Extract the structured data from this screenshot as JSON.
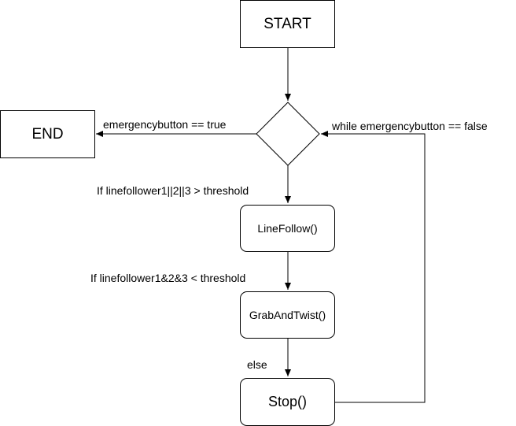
{
  "nodes": {
    "start": "START",
    "end": "END",
    "decision": "",
    "line_follow": "LineFollow()",
    "grab_and_twist": "GrabAndTwist()",
    "stop": "Stop()"
  },
  "edges": {
    "to_end": "emergencybutton == true",
    "loop_back": "while emergencybutton == false",
    "to_line_follow": "If linefollower1||2||3 > threshold",
    "to_grab": "If linefollower1&2&3 < threshold",
    "to_stop": "else"
  },
  "colors": {
    "stroke": "#000000",
    "fill": "#ffffff",
    "text": "#000000"
  }
}
